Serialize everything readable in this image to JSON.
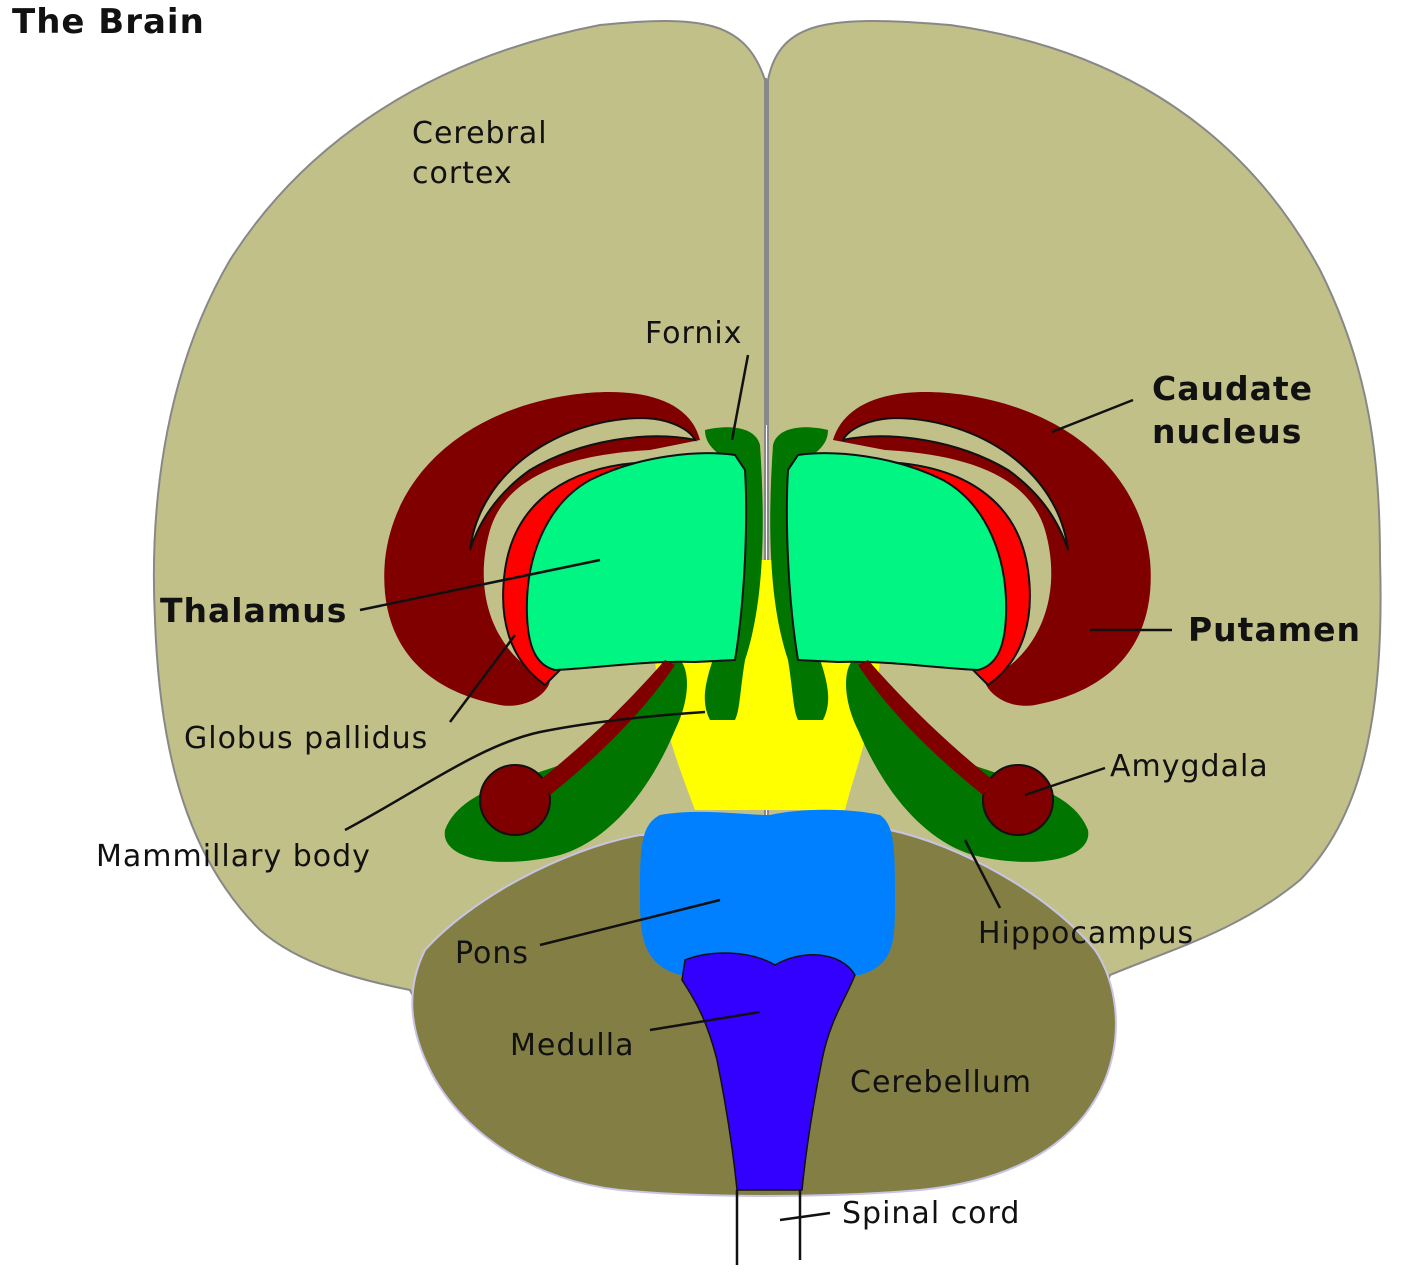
{
  "title": "The Brain",
  "colors": {
    "cerebrum": "#c2c089",
    "cerebellum": "#837f44",
    "caudate_putamen": "#800000",
    "globus_pallidus": "#ff0000",
    "thalamus": "#00f582",
    "fornix_hippocampus": "#007500",
    "midbrain": "#ffff00",
    "pons": "#0080ff",
    "medulla": "#3300ff"
  },
  "labels": {
    "cerebral_cortex": [
      "Cerebral",
      "cortex"
    ],
    "fornix": "Fornix",
    "caudate_nucleus": [
      "Caudate",
      "nucleus"
    ],
    "thalamus": "Thalamus",
    "putamen": "Putamen",
    "globus_pallidus": "Globus pallidus",
    "amygdala": "Amygdala",
    "mammillary_body": "Mammillary body",
    "hippocampus": "Hippocampus",
    "pons": "Pons",
    "medulla": "Medulla",
    "cerebellum": "Cerebellum",
    "spinal_cord": "Spinal cord"
  }
}
